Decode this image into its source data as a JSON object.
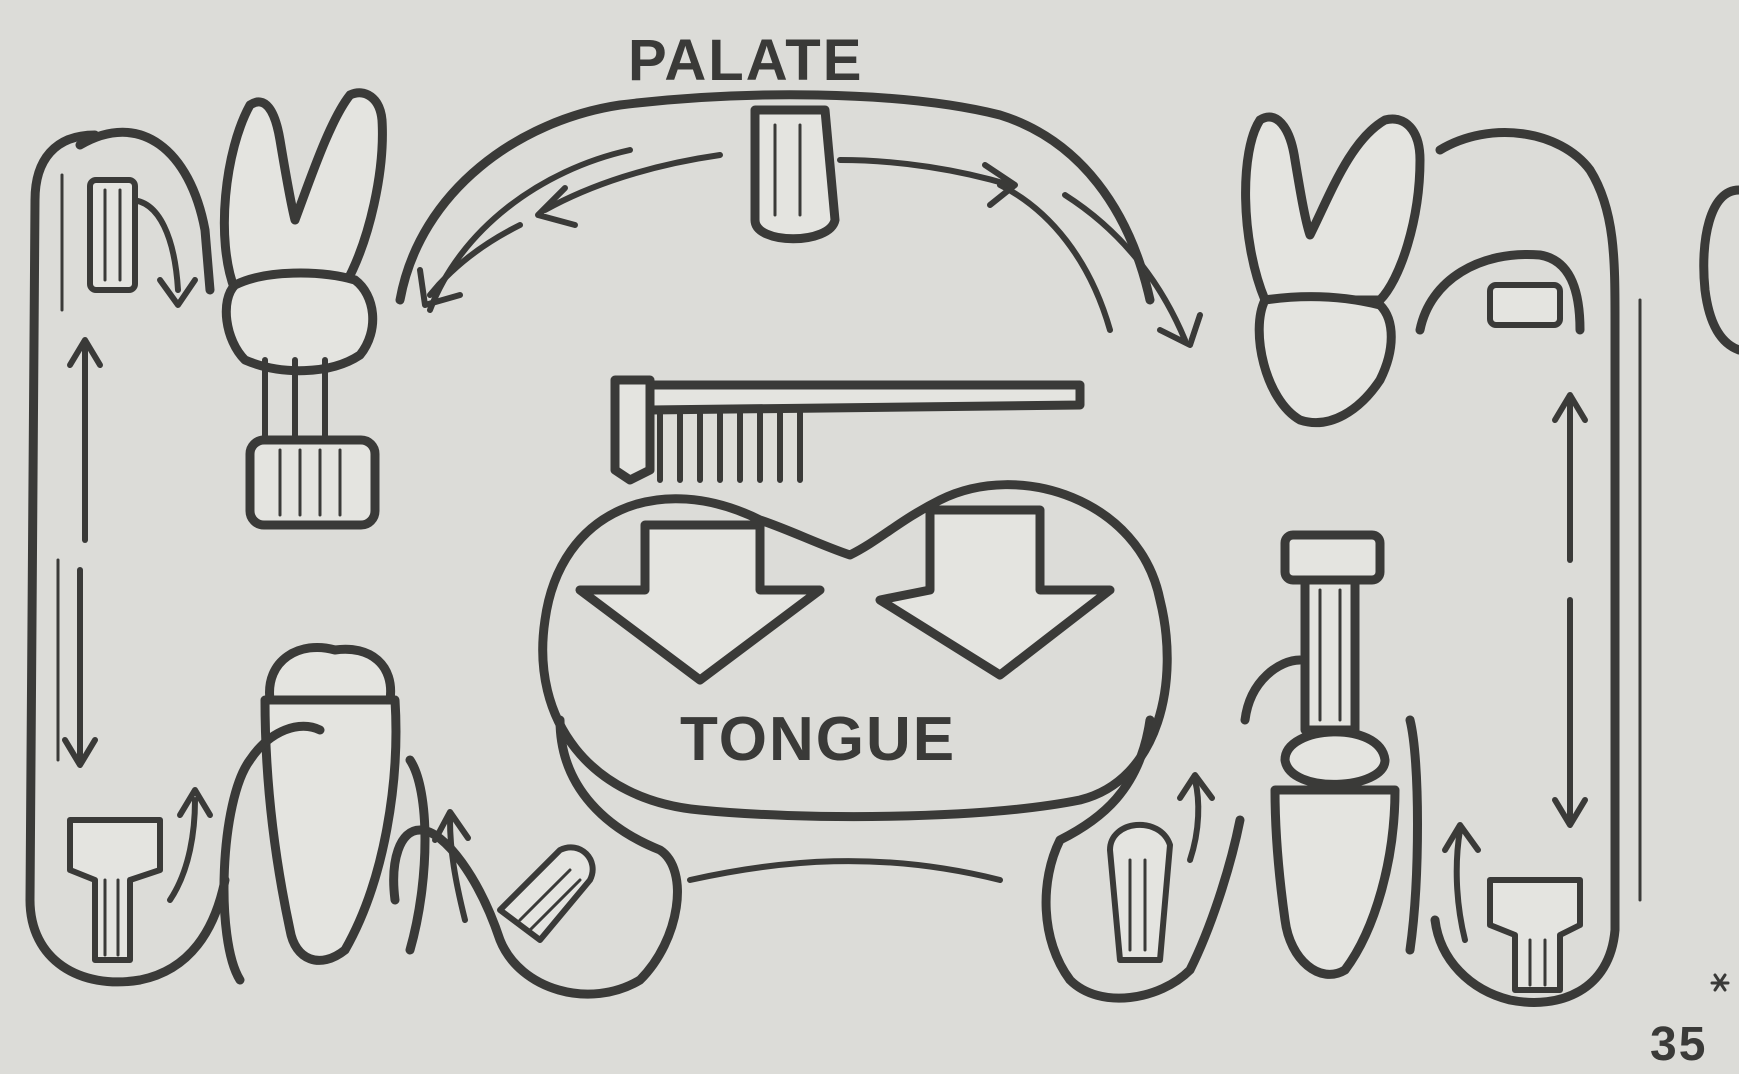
{
  "diagram": {
    "labels": {
      "palate": "PALATE",
      "tongue": "TONGUE",
      "page_number": "35"
    },
    "colors": {
      "ink": "#3a3a38",
      "paper": "#dcdcd8"
    }
  }
}
